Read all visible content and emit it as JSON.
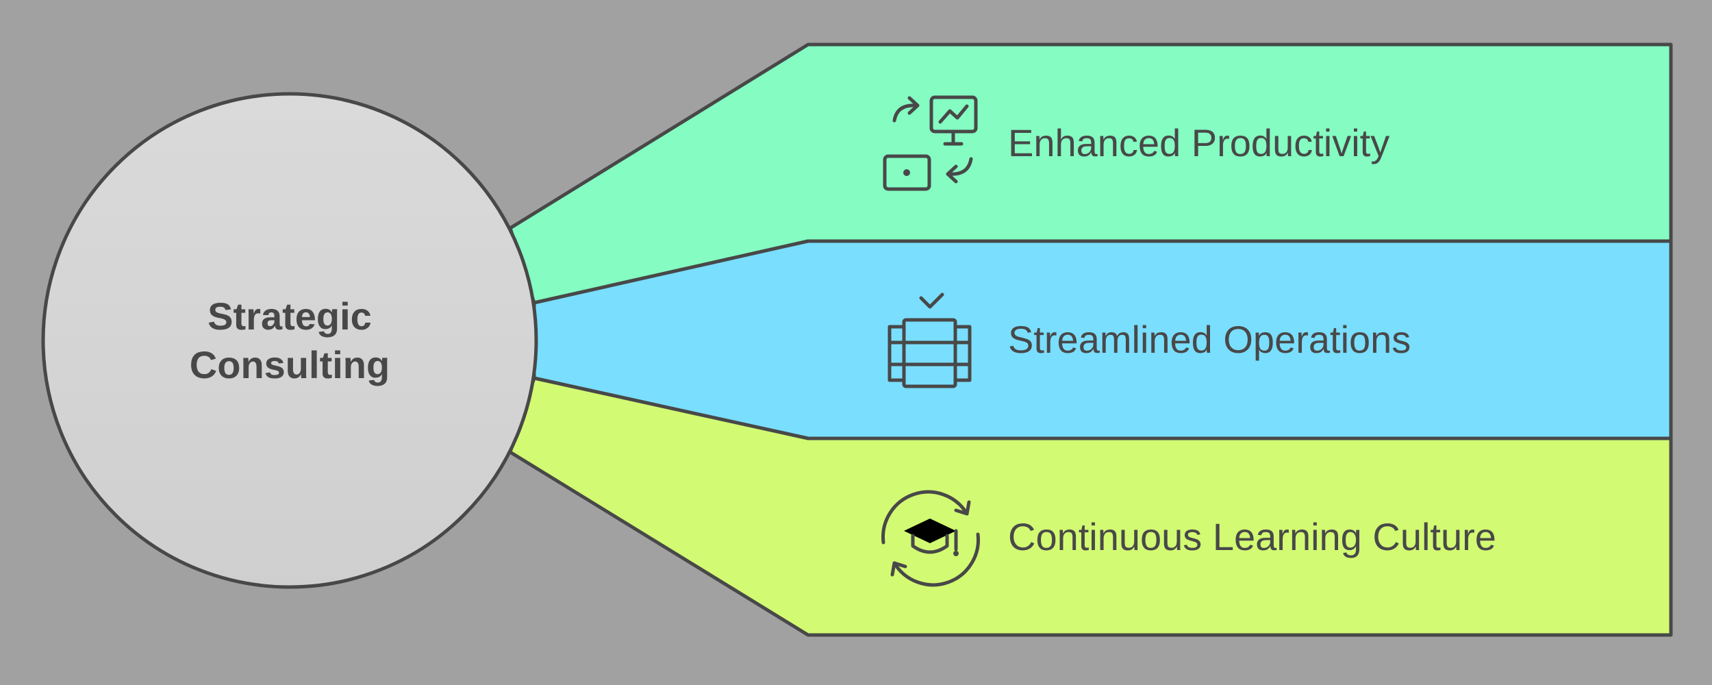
{
  "hub": {
    "label_line1": "Strategic",
    "label_line2": "Consulting",
    "fill": "#d6d6d6"
  },
  "branches": [
    {
      "label": "Enhanced Productivity",
      "icon": "monitor-exchange-icon",
      "color": "#84fcc2"
    },
    {
      "label": "Streamlined Operations",
      "icon": "stacked-server-check-icon",
      "color": "#7adeff"
    },
    {
      "label": "Continuous Learning Culture",
      "icon": "graduation-cycle-icon",
      "color": "#d2fa73"
    }
  ],
  "colors": {
    "background": "#a1a1a1",
    "outline": "#484848"
  }
}
